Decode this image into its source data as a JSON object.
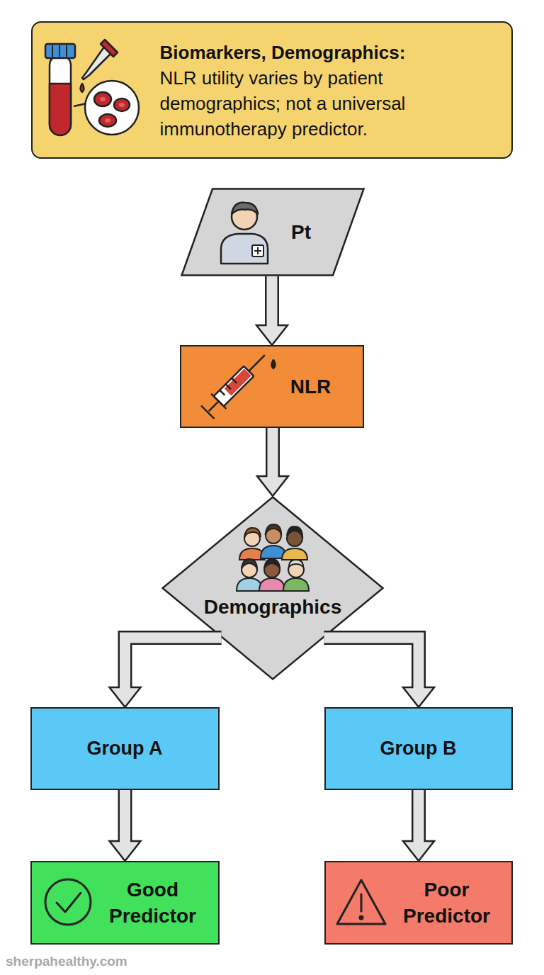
{
  "diagram": {
    "nodes": [
      {
        "text": [
          "Biomarkers, Demographics:",
          "NLR utility varies by patient demographics; not a universal immunotherapy predictor."
        ]
      },
      {
        "text": [
          "Pt"
        ]
      },
      {
        "text": [
          "NLR"
        ]
      },
      {
        "text": [
          "Demographics"
        ]
      },
      {
        "text": [
          "Group A"
        ]
      },
      {
        "text": [
          "Group B"
        ]
      },
      {
        "text": [
          "Good Predictor"
        ]
      },
      {
        "text": [
          "Poor Predictor"
        ]
      }
    ],
    "edges": [
      {
        "from": 1,
        "to": 2,
        "arrow": "to"
      },
      {
        "from": 2,
        "to": 3,
        "arrow": "to"
      },
      {
        "from": 3,
        "to": 4,
        "arrow": "to"
      },
      {
        "from": 3,
        "to": 5,
        "arrow": "to"
      },
      {
        "from": 4,
        "to": 6,
        "arrow": "to"
      },
      {
        "from": 5,
        "to": 7,
        "arrow": "to"
      }
    ],
    "labels": [
      "sherpahealthy.com"
    ]
  }
}
